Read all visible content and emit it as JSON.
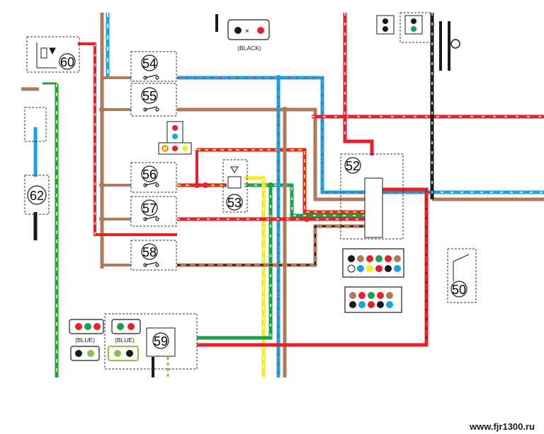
{
  "components": [
    {
      "id": "c60",
      "label": "60"
    },
    {
      "id": "c62",
      "label": "62"
    },
    {
      "id": "c54",
      "label": "54"
    },
    {
      "id": "c55",
      "label": "55"
    },
    {
      "id": "c56",
      "label": "56"
    },
    {
      "id": "c57",
      "label": "57"
    },
    {
      "id": "c58",
      "label": "58"
    },
    {
      "id": "c53",
      "label": "53"
    },
    {
      "id": "c52",
      "label": "52"
    },
    {
      "id": "c59",
      "label": "59"
    },
    {
      "id": "c50",
      "label": "50"
    }
  ],
  "connector_labels": {
    "top_center": "(BLACK)",
    "bottom_left_1": "(BLUE)",
    "bottom_left_2": "(BLUE)"
  },
  "watermark": "www.fjr1300.ru",
  "wire_colors": {
    "red": "#e8202a",
    "blue": "#1aa3e0",
    "brown": "#b07a5a",
    "green": "#1aa14a",
    "yellow": "#f5ec1a",
    "black": "#1a1a1a",
    "white": "#ffffff"
  }
}
